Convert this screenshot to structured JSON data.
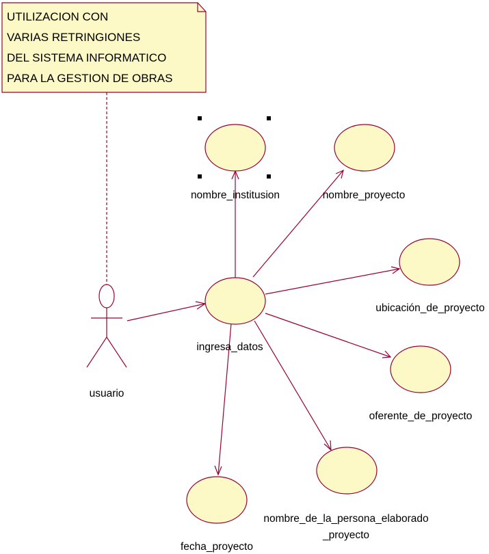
{
  "note": {
    "lines": [
      "UTILIZACION CON",
      "VARIAS RETRINGIONES",
      "DEL SISTEMA INFORMATICO",
      "PARA LA GESTION DE OBRAS"
    ]
  },
  "actor": {
    "label": "usuario"
  },
  "use_cases": {
    "center": "ingresa_datos",
    "nombre_institusion": "nombre_institusion",
    "nombre_proyecto": "nombre_proyecto",
    "ubicacion_de_proyecto": "ubicación_de_proyecto",
    "oferente_de_proyecto": "oferente_de_proyecto",
    "fecha_proyecto": "fecha_proyecto",
    "persona_line1": "nombre_de_la_persona_elaborado",
    "persona_line2": "_proyecto"
  },
  "colors": {
    "line": "#990033",
    "fill": "#fcf9c6"
  }
}
